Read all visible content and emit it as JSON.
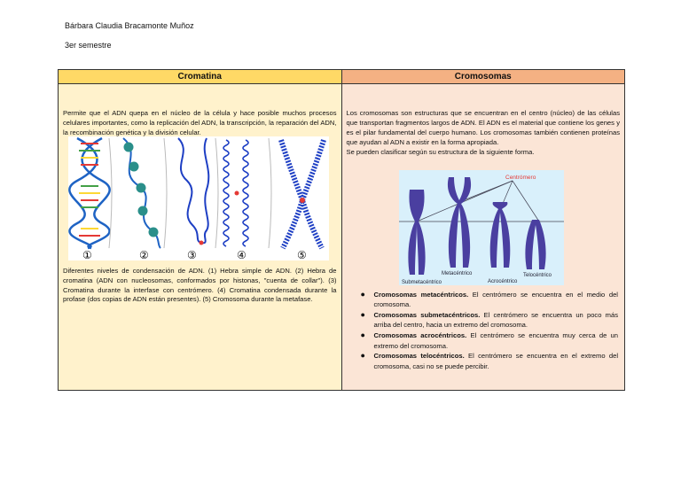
{
  "header": {
    "author": "Bárbara Claudia Bracamonte Muñoz",
    "semester": "3er semestre"
  },
  "table": {
    "left_heading": "Cromatina",
    "right_heading": "Cromosomas",
    "left_intro": "Permite que el ADN quepa en el núcleo de la célula y hace posible muchos procesos celulares importantes, como la replicación del ADN, la transcripción, la reparación del ADN, la recombinación genética y la división celular.",
    "left_caption": "Diferentes niveles de condensación de ADN. (1) Hebra simple de ADN. (2) Hebra de cromatina (ADN con nucleosomas, conformados por histonas, \"cuenta de collar\"). (3) Cromatina durante la interfase con centrómero. (4) Cromatina condensada durante la profase (dos copias de ADN están presentes). (5) Cromosoma durante la metafase.",
    "right_intro": "Los cromosomas son estructuras que se encuentran en el centro (núcleo) de las células que transportan fragmentos largos de ADN. El ADN es el material que contiene los genes y es el pilar fundamental del cuerpo humano. Los cromosomas también contienen proteínas que ayudan al ADN a existir en la forma apropiada.",
    "right_classify": "Se pueden clasificar según su estructura de la siguiente forma.",
    "types": [
      {
        "name": "Cromosomas metacéntricos.",
        "desc": " El centrómero se encuentra en el medio del cromosoma."
      },
      {
        "name": "Cromosomas submetacéntricos.",
        "desc": " El centrómero se encuentra un poco más arriba del centro, hacia un extremo del cromosoma."
      },
      {
        "name": "Cromosomas acrocéntricos.",
        "desc": " El centrómero se encuentra muy cerca de un extremo del cromosoma."
      },
      {
        "name": "Cromosomas telocéntricos.",
        "desc": " El centrómero se encuentra en el extremo del cromosoma, casi no se puede percibir."
      }
    ]
  },
  "dna_figure": {
    "numbers": [
      "①",
      "②",
      "③",
      "④",
      "⑤"
    ]
  },
  "chromosome_figure": {
    "label_centromero": "Centrómero",
    "label_metacentrico": "Metacéntrico",
    "label_telocentrico": "Telocéntrico",
    "label_submetacentrico": "Submetacéntrico",
    "label_acrocentrico": "Acrocéntrico"
  },
  "colors": {
    "left_heading_bg": "#ffd966",
    "right_heading_bg": "#f4b183",
    "left_body_bg": "#fff2cc",
    "right_body_bg": "#fbe5d6",
    "chromosome": "#4a3fa0",
    "chromosome_bg": "#d9f0fb",
    "label_red": "#e53935"
  }
}
